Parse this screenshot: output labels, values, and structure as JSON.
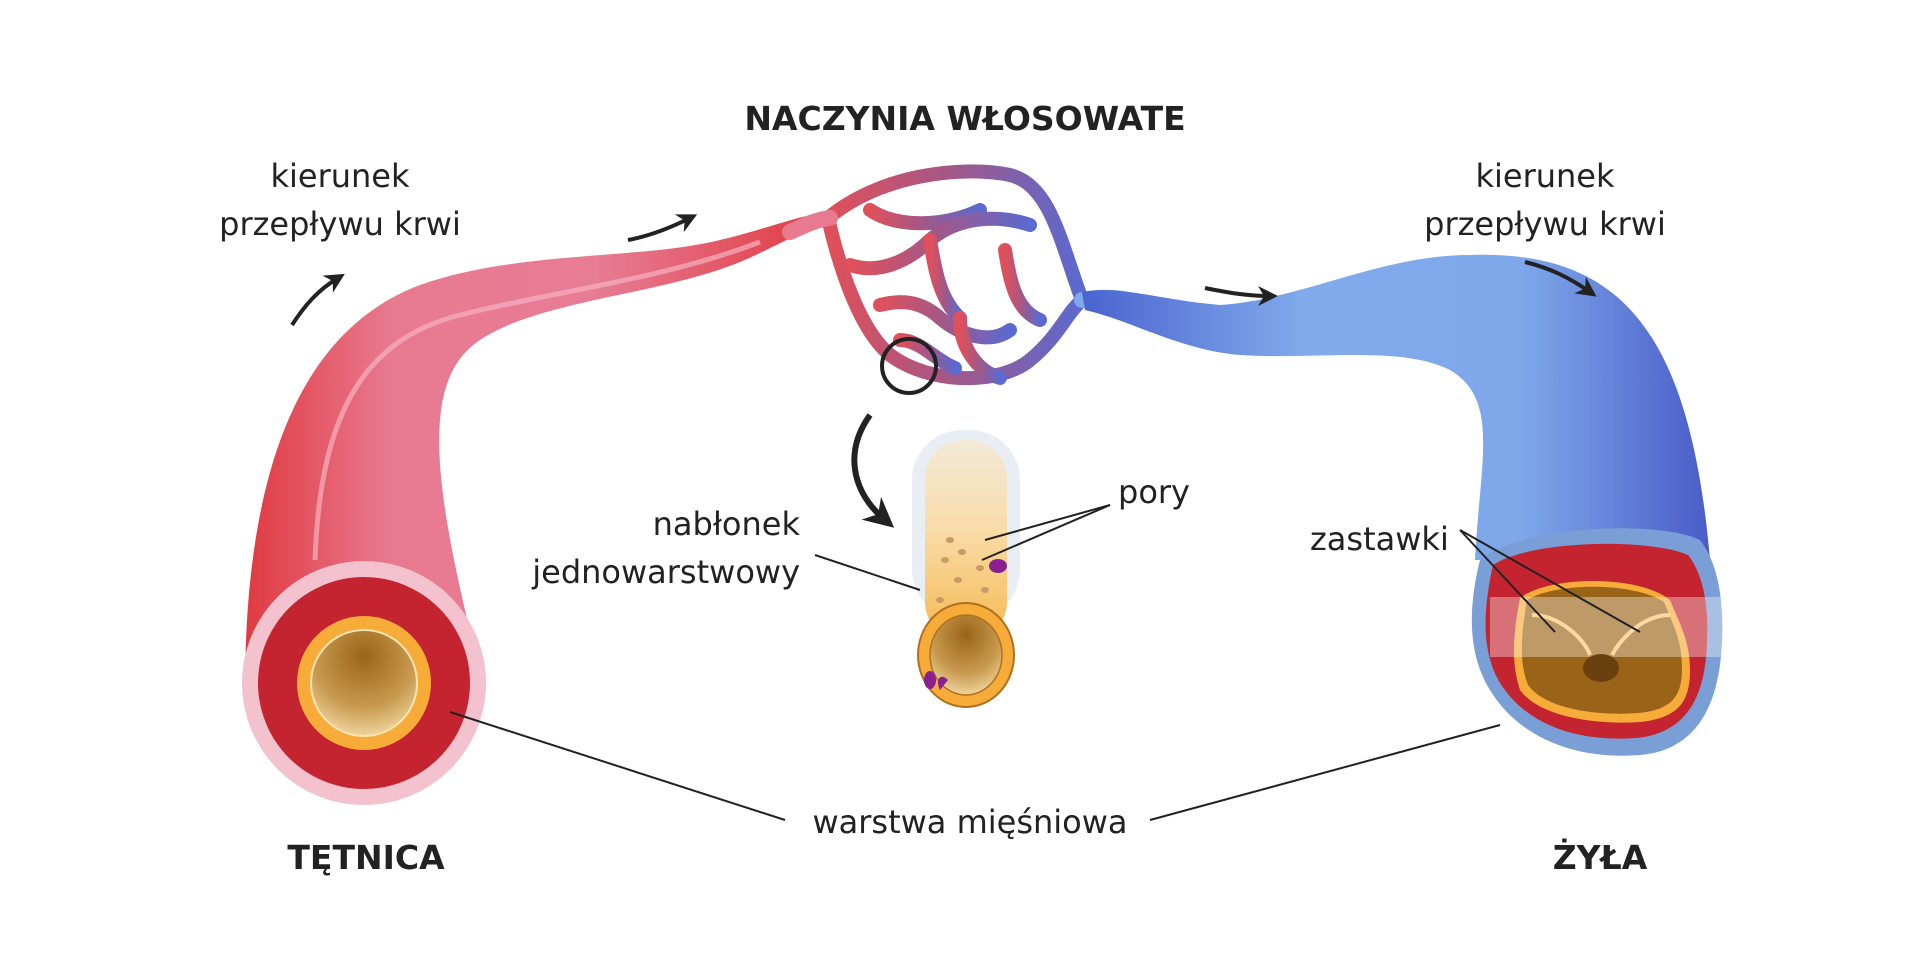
{
  "diagram": {
    "title": "NACZYNIA WŁOSOWATE",
    "flow_left": {
      "line1": "kierunek",
      "line2": "przepływu krwi"
    },
    "flow_right": {
      "line1": "kierunek",
      "line2": "przepływu krwi"
    },
    "label_epithelium": {
      "line1": "nabłonek",
      "line2": "jednowarstwowy"
    },
    "label_pores": "pory",
    "label_valves": "zastawki",
    "label_muscle_layer": "warstwa mięśniowa",
    "label_artery": "TĘTNICA",
    "label_vein": "ŻYŁA",
    "colors": {
      "artery": "#e8627a",
      "artery_edge": "#e03a40",
      "muscle": "#c4242f",
      "artery_outer": "#f4c2cf",
      "endothelium": "#f7ac3a",
      "lumen": "#a87020",
      "vein": "#6f9be8",
      "vein_edge": "#4a63d0",
      "vein_outer": "#7a9fd6",
      "capillary_start": "#e0505a",
      "capillary_end": "#5a6ad0"
    }
  }
}
